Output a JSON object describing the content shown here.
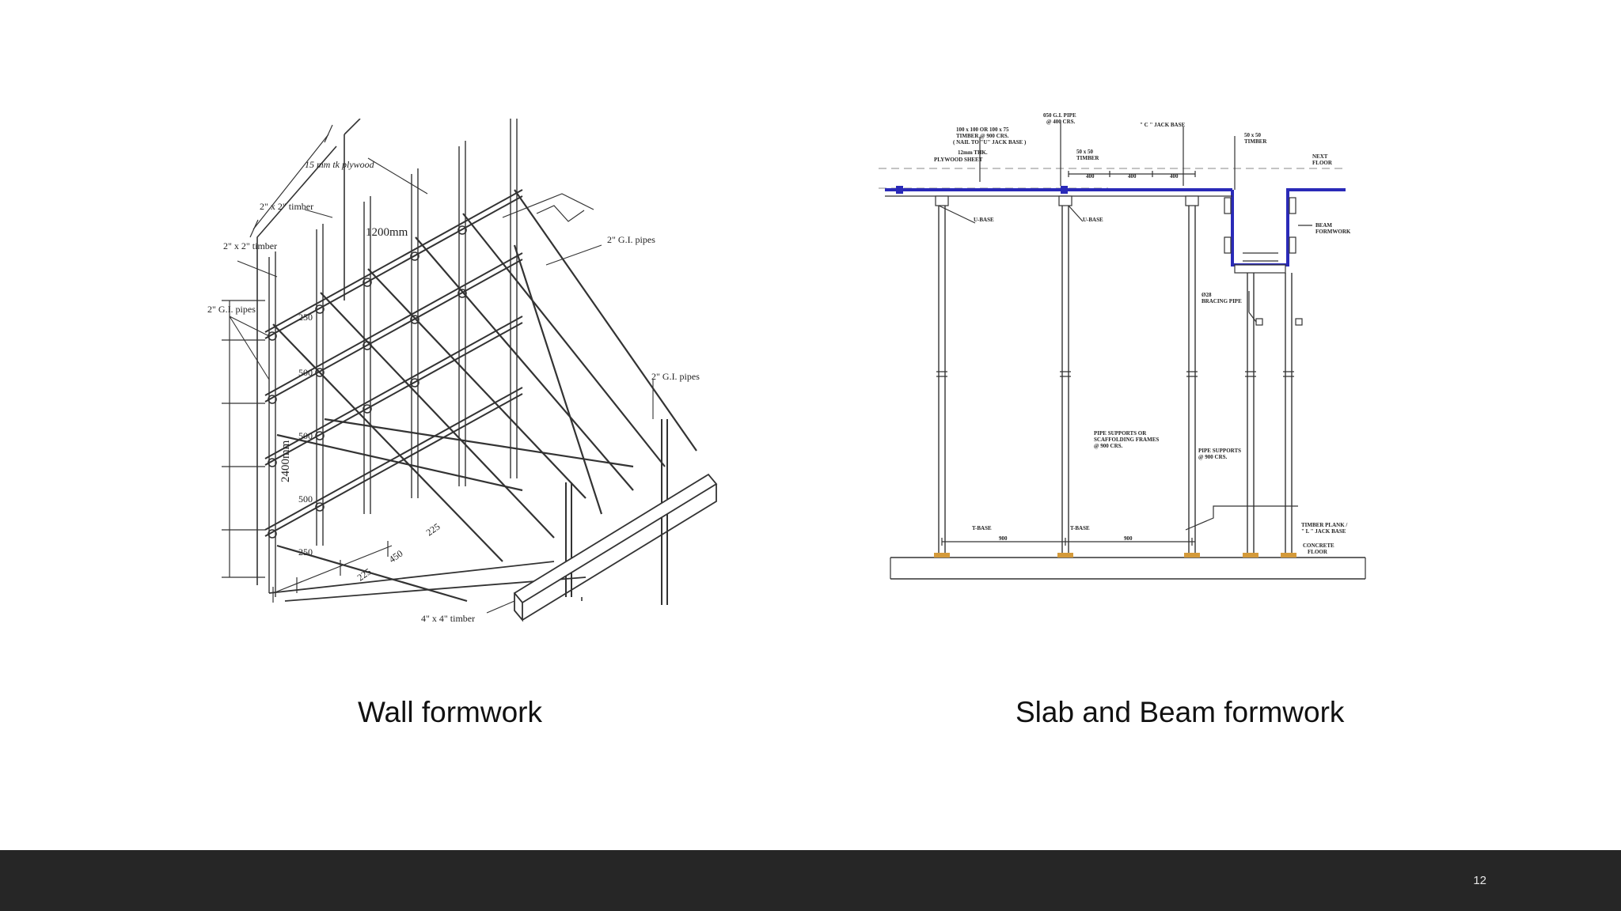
{
  "wall": {
    "caption": "Wall formwork",
    "labels": {
      "plywood": "15 mm tk plywood",
      "timber_a": "2\" x 2\" timber",
      "timber_b": "2\" x 2\" timber",
      "width": "1200mm",
      "gi_left": "2\" G.I. pipes",
      "gi_top": "2\" G.I. pipes",
      "gi_right": "2\" G.I. pipes",
      "height": "2400mm",
      "d250a": "250",
      "d500a": "500",
      "d500b": "500",
      "d500c": "500",
      "d250b": "250",
      "b225a": "225",
      "b450": "450",
      "b225b": "225",
      "timber_base": "4\" x 4\" timber"
    }
  },
  "slab": {
    "caption": "Slab and Beam formwork",
    "labels": {
      "timber_spec_1": "100 x 100 OR 100 x 75",
      "timber_spec_2": "TIMBER @ 900 CRS.",
      "timber_spec_3": "( NAIL TO \"U\" JACK BASE )",
      "gi_pipe_1": "050 G.I. PIPE",
      "gi_pipe_2": "@ 400 CRS.",
      "jack_base": "\" C \" JACK BASE",
      "beam_timber_1": "50 x 50",
      "beam_timber_2": "TIMBER",
      "ply_1": "12mm THK.",
      "ply_2": "PLYWOOD SHEET",
      "timber_50_1": "50 x 50",
      "timber_50_2": "TIMBER",
      "next_1": "NEXT",
      "next_2": "FLOOR",
      "sp1": "400",
      "sp2": "400",
      "sp3": "400",
      "ubase_1": "U-BASE",
      "ubase_2": "U-BASE",
      "beam_1": "BEAM",
      "beam_2": "FORMWORK",
      "bracing_1": "Ø28",
      "bracing_2": "BRACING PIPE",
      "pipe_sup_1": "PIPE SUPPORTS OR",
      "pipe_sup_2": "SCAFFOLDING FRAMES",
      "pipe_sup_3": "@ 900 CRS.",
      "pipe_sup_b1": "PIPE SUPPORTS",
      "pipe_sup_b2": "@ 900 CRS.",
      "tbase_1": "T-BASE",
      "tbase_2": "T-BASE",
      "dim_1": "900",
      "dim_2": "900",
      "plank_1": "TIMBER PLANK /",
      "plank_2": "\" L \" JACK BASE",
      "concrete_1": "CONCRETE",
      "concrete_2": "FLOOR"
    }
  },
  "footer": {
    "page_number": "12"
  }
}
